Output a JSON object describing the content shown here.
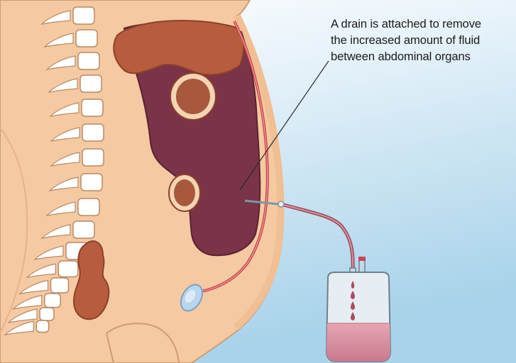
{
  "annotation": {
    "lines": [
      "A drain is attached to remove",
      "the increased amount of fluid",
      "between abdominal organs"
    ]
  },
  "colors": {
    "background_top": "#ffffff",
    "background_bottom": "#a9d3ea",
    "skin": "#f5c9a1",
    "skin_outline": "#cf9c72",
    "vertebra": "#ffffff",
    "spine_outline": "#b78a64",
    "fluid_cavity": "#7a3347",
    "liver": "#b75c3f",
    "kidney": "#a8583c",
    "drain_tube": "#b9626e",
    "bag_fill": "#d98ea0",
    "bag_outline": "#6f7f8f",
    "pointer_line": "#2a2a2a"
  },
  "icons": {
    "vertebrae": "spine-vertebra-icon",
    "bag": "drainage-bag-icon",
    "droplet": "fluid-droplet-icon"
  }
}
